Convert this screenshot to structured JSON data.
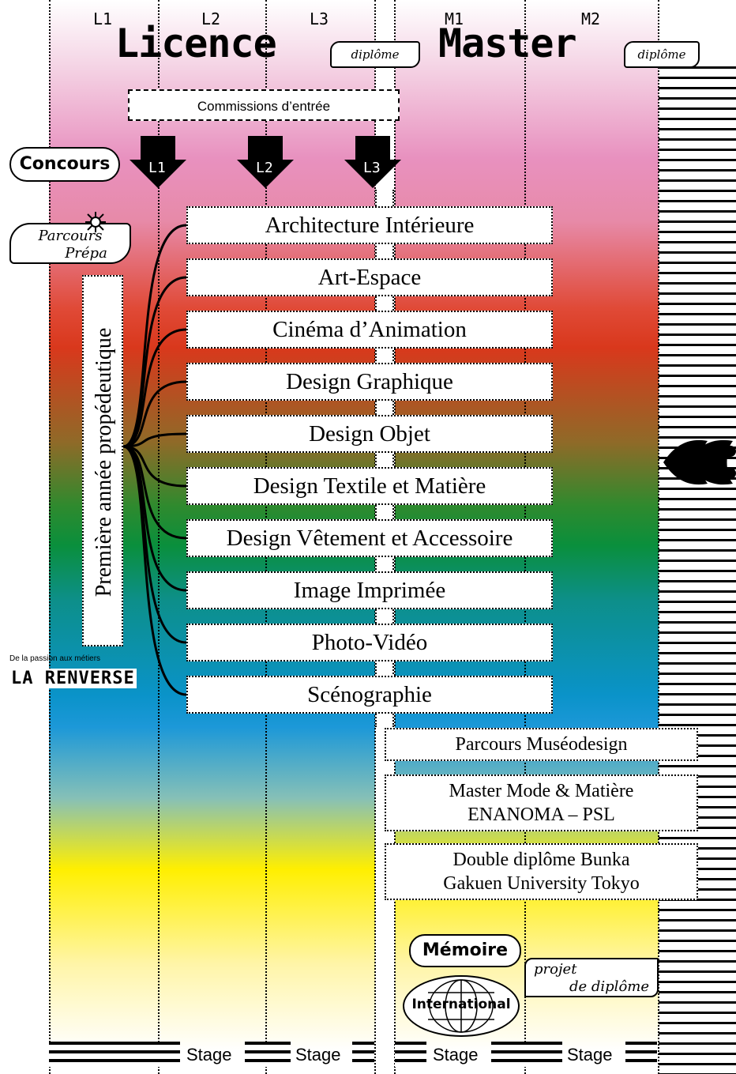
{
  "columns": [
    "L1",
    "L2",
    "L3",
    "M1",
    "M2"
  ],
  "titles": {
    "licence": "Licence",
    "master": "Master",
    "diplome_badge": "diplôme"
  },
  "commissions": "Commissions d’entrée",
  "entry_arrows": [
    "L1",
    "L2",
    "L3"
  ],
  "stickers": {
    "concours": "Concours",
    "parcours_prepa_line1": "Parcours",
    "parcours_prepa_line2": "Prépa",
    "la_renverse_tagline": "De la passion aux métiers",
    "la_renverse": "LA RENVERSE",
    "memoire": "Mémoire",
    "international": "International",
    "projet_line1": "projet",
    "projet_line2": "de diplôme"
  },
  "prepa_year": "Première année propédeutique",
  "programs": [
    "Architecture Intérieure",
    "Art-Espace",
    "Cinéma d’Animation",
    "Design Graphique",
    "Design Objet",
    "Design Textile et Matière",
    "Design Vêtement et Accessoire",
    "Image Imprimée",
    "Photo-Vidéo",
    "Scénographie"
  ],
  "master_options": [
    {
      "line1": "Parcours Muséodesign",
      "line2": ""
    },
    {
      "line1": "Master Mode & Matière",
      "line2": "ENANOMA – PSL"
    },
    {
      "line1": "Double diplôme Bunka",
      "line2": "Gakuen University Tokyo"
    }
  ],
  "stage_labels": [
    "Stage",
    "Stage",
    "Stage",
    "Stage"
  ]
}
